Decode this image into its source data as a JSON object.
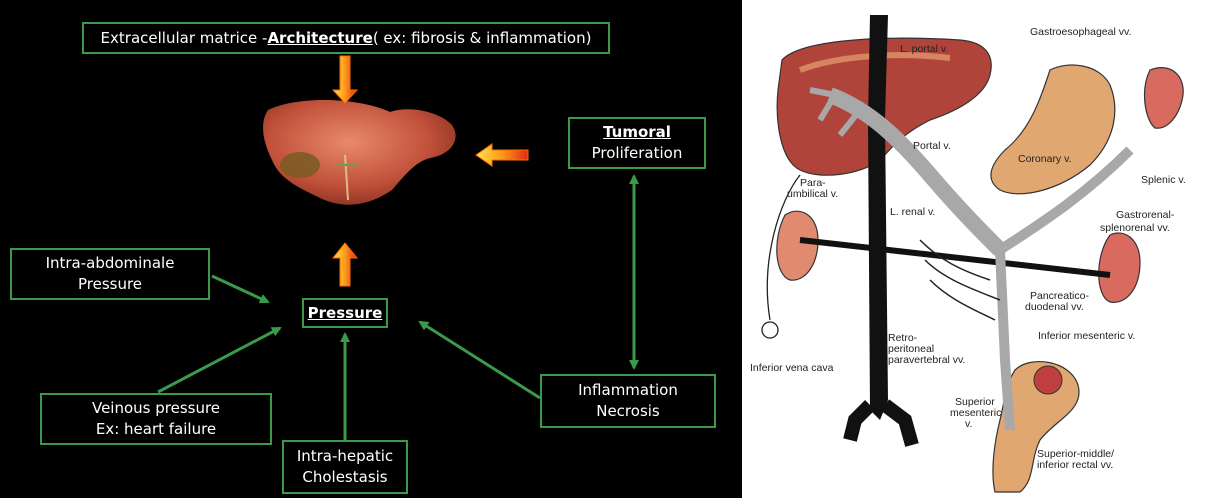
{
  "left_diagram": {
    "top_box": {
      "prefix": "Extracellular matrice -",
      "bold": "Architecture",
      "suffix": "( ex: fibrosis  & inflammation)"
    },
    "tumoral": {
      "bold": "Tumoral",
      "line2": "Proliferation"
    },
    "intra_abdominale": {
      "line1": "Intra-abdominale",
      "line2": "Pressure"
    },
    "pressure": {
      "bold": "Pressure"
    },
    "veinous": {
      "line1": "Veinous pressure",
      "line2": "Ex: heart failure"
    },
    "intra_hepatic": {
      "line1": "Intra-hepatic",
      "line2": "Cholestasis"
    },
    "inflammation": {
      "line1": "Inflammation",
      "line2": "Necrosis"
    }
  },
  "right_diagram": {
    "labels": {
      "l_portal": "L. portal v.",
      "gastroesophageal": "Gastroesophageal vv.",
      "portal": "Portal v.",
      "coronary": "Coronary v.",
      "splenic": "Splenic v.",
      "para1": "Para-",
      "para2": "umbilical v.",
      "l_renal": "L. renal v.",
      "gastrorenal1": "Gastrorenal-",
      "gastrorenal2": "splenorenal vv.",
      "pancreatico1": "Pancreatico-",
      "pancreatico2": "duodenal vv.",
      "retro1": "Retro-",
      "retro2": "peritoneal",
      "retro3": "paravertebral vv.",
      "inferior_mesenteric": "Inferior mesenteric v.",
      "inferior_vena_cava": "Inferior vena cava",
      "superior_mes1": "Superior",
      "superior_mes2": "mesenteric",
      "superior_mes3": "v.",
      "rectal1": "Superior-middle/",
      "rectal2": "inferior rectal vv."
    }
  },
  "colors": {
    "box_border": "#3a9a4a",
    "arrow_green": "#3a9a4a",
    "arrow_orange": "#ff8a00",
    "arrow_fill_red": "#e02a10",
    "liver": "#c0503a"
  }
}
